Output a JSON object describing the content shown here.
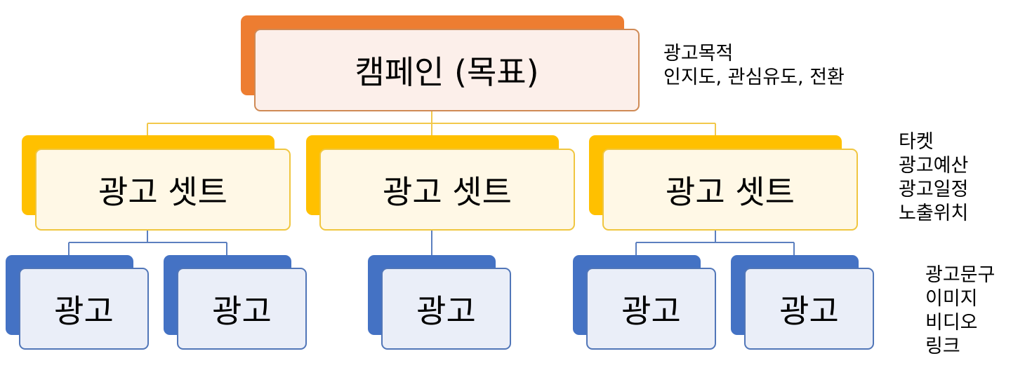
{
  "campaign": {
    "label": "캠페인 (목표)"
  },
  "ad_sets": [
    {
      "label": "광고 셋트"
    },
    {
      "label": "광고 셋트"
    },
    {
      "label": "광고 셋트"
    }
  ],
  "ads": [
    {
      "label": "광고"
    },
    {
      "label": "광고"
    },
    {
      "label": "광고"
    },
    {
      "label": "광고"
    },
    {
      "label": "광고"
    }
  ],
  "notes": {
    "campaign": [
      "광고목적",
      "인지도, 관심유도, 전환"
    ],
    "ad_set": [
      "타켓",
      "광고예산",
      "광고일정",
      "노출위치"
    ],
    "ad": [
      "광고문구",
      "이미지",
      "비디오",
      "링크"
    ]
  },
  "colors": {
    "campaign_accent": "#ed7d31",
    "ad_set_accent": "#ffc000",
    "ad_accent": "#4472c4"
  }
}
